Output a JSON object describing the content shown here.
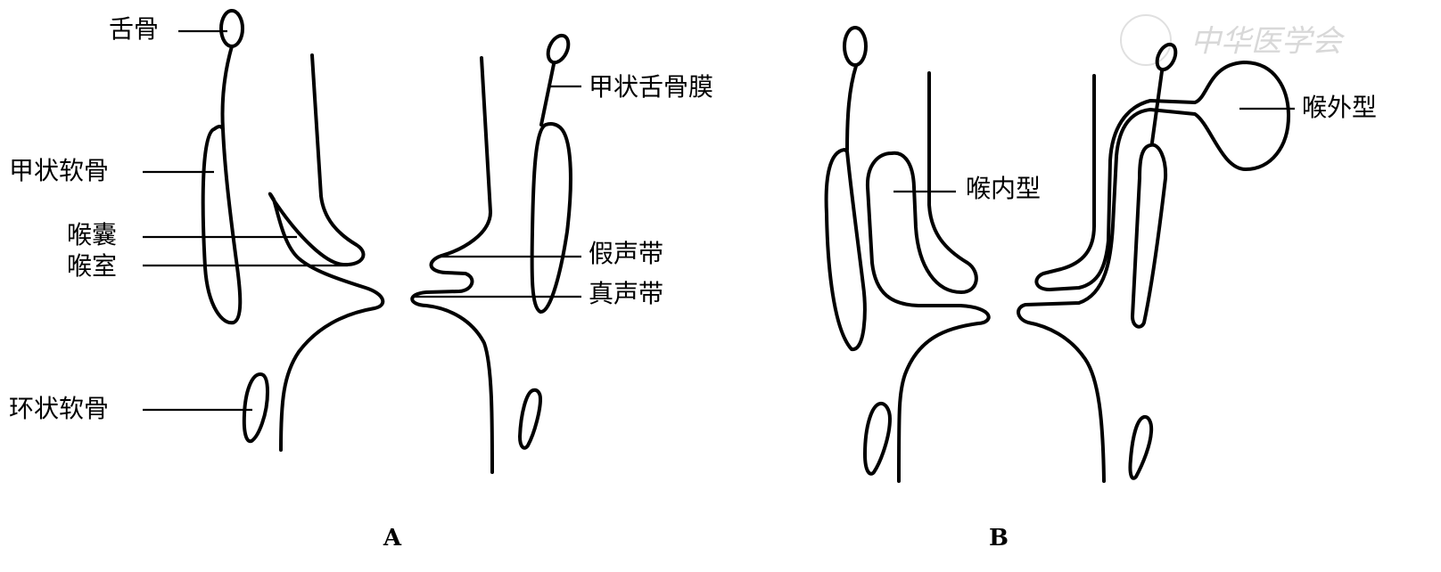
{
  "watermark": "中华医学会",
  "panel_a": {
    "label": "A",
    "annotations": {
      "hyoid": "舌骨",
      "thyroid_cartilage": "甲状软骨",
      "laryngeal_saccule": "喉囊",
      "laryngeal_ventricle": "喉室",
      "cricoid_cartilage": "环状软骨",
      "thyrohyoid_membrane": "甲状舌骨膜",
      "false_vocal_cord": "假声带",
      "true_vocal_cord": "真声带"
    }
  },
  "panel_b": {
    "label": "B",
    "annotations": {
      "internal_type": "喉内型",
      "external_type": "喉外型"
    }
  }
}
